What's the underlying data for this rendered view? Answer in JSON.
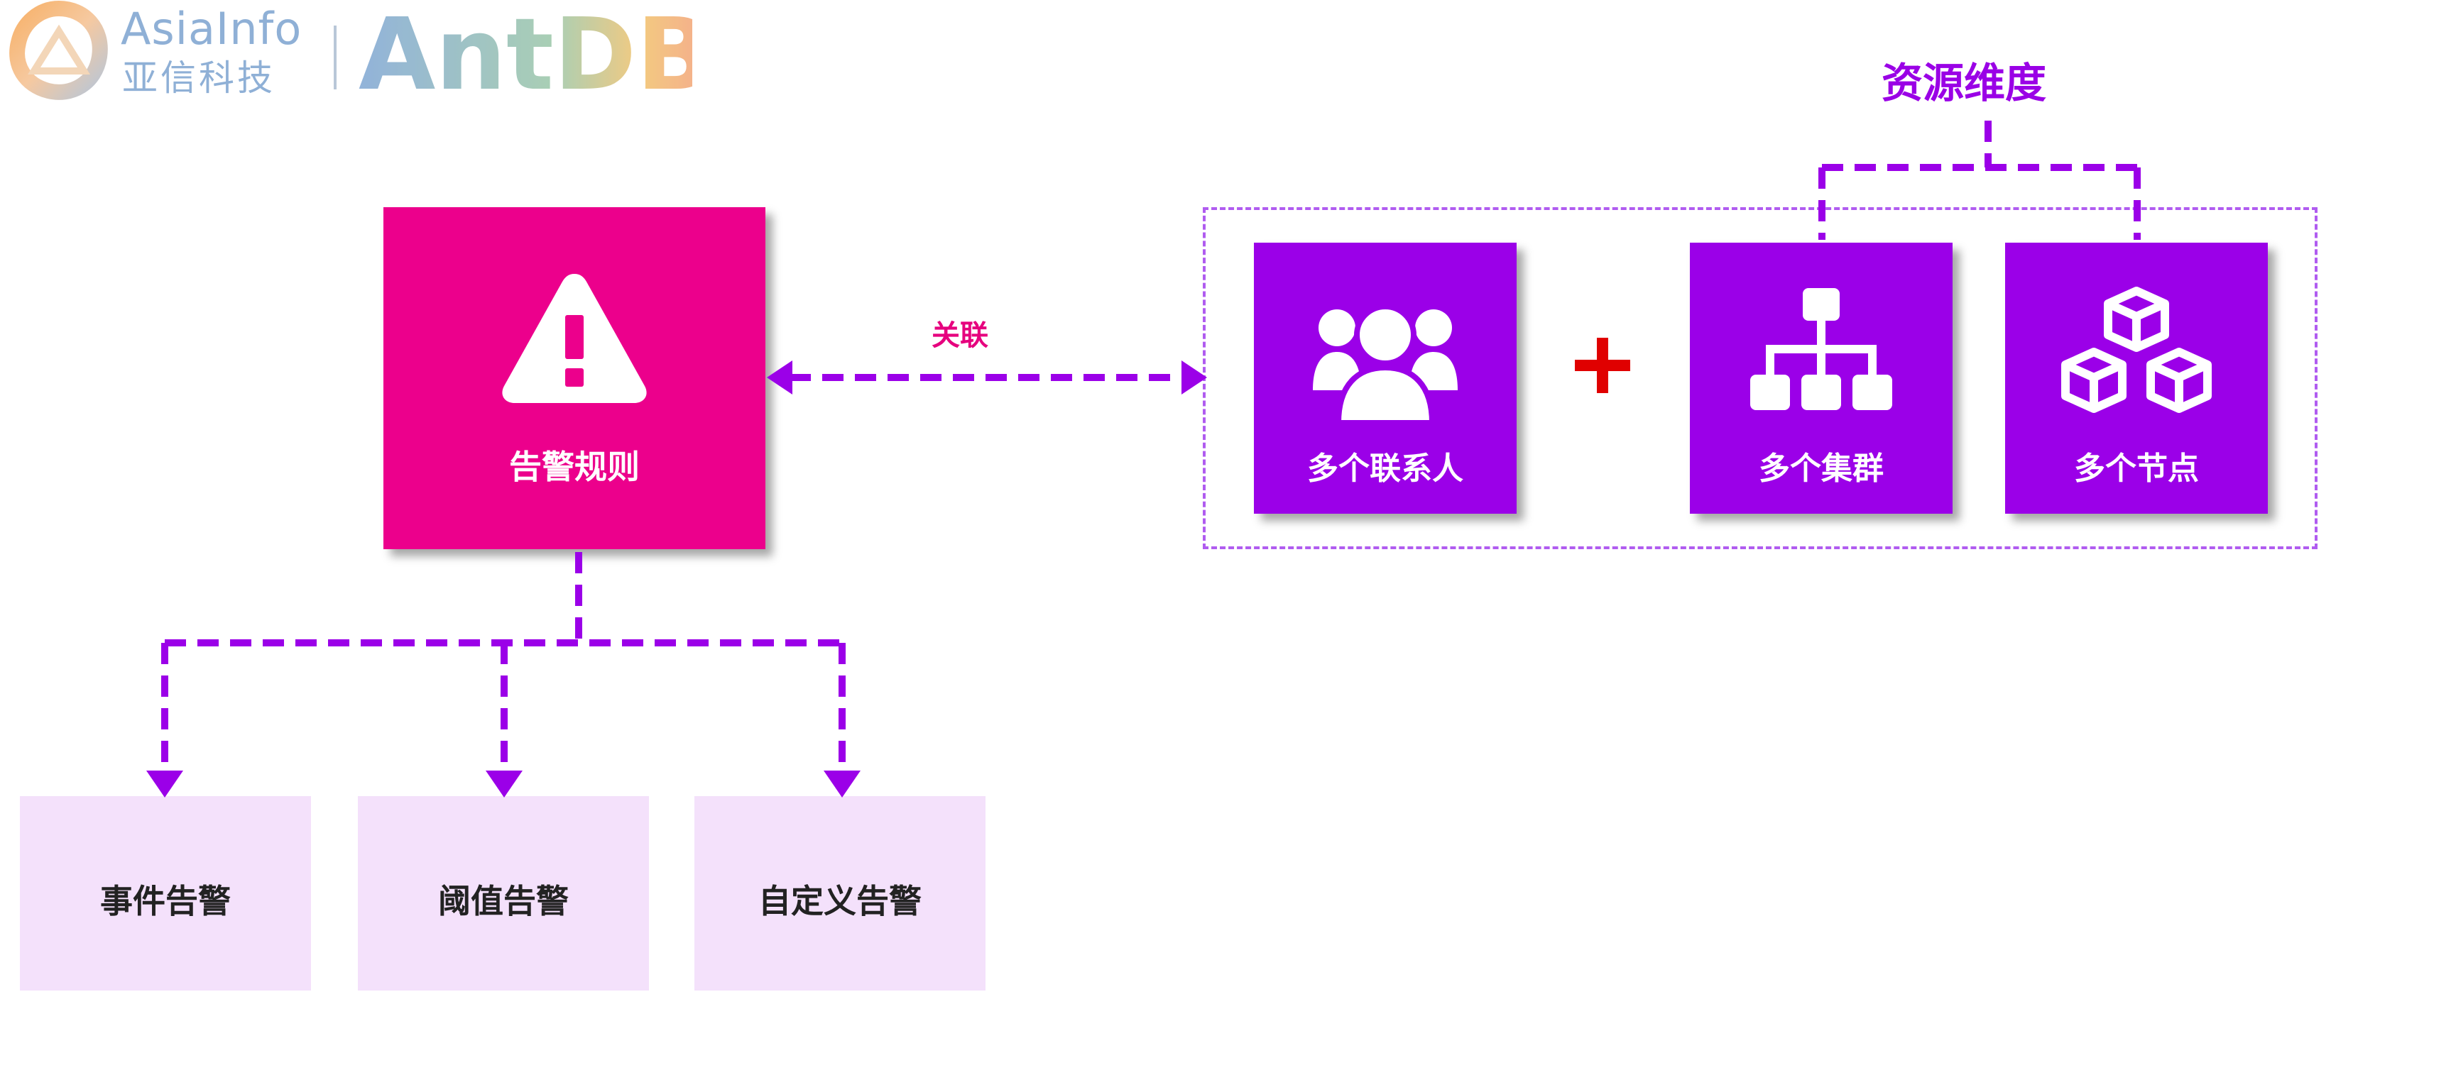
{
  "logo": {
    "company_en": "AsiaInfo",
    "company_cn": "亚信科技",
    "product": "AntDB"
  },
  "rule": {
    "label": "告警规则",
    "icon": "warning-icon"
  },
  "association": {
    "label": "关联"
  },
  "resource": {
    "title": "资源维度",
    "plus_symbol": "+",
    "cards": [
      {
        "label": "多个联系人",
        "icon": "contacts-icon"
      },
      {
        "label": "多个集群",
        "icon": "cluster-hierarchy-icon"
      },
      {
        "label": "多个节点",
        "icon": "cubes-icon"
      }
    ]
  },
  "alarm_types": [
    {
      "label": "事件告警"
    },
    {
      "label": "阈值告警"
    },
    {
      "label": "自定义告警"
    }
  ],
  "colors": {
    "rule_box": "#ec008c",
    "resource_card": "#9b00e8",
    "connector": "#9b00e8",
    "frame": "#b05cf0",
    "alarm_type_bg": "#f4e1fb",
    "plus": "#e00000",
    "association_text": "#e6007e",
    "logo_text": "#8fb0d6"
  }
}
